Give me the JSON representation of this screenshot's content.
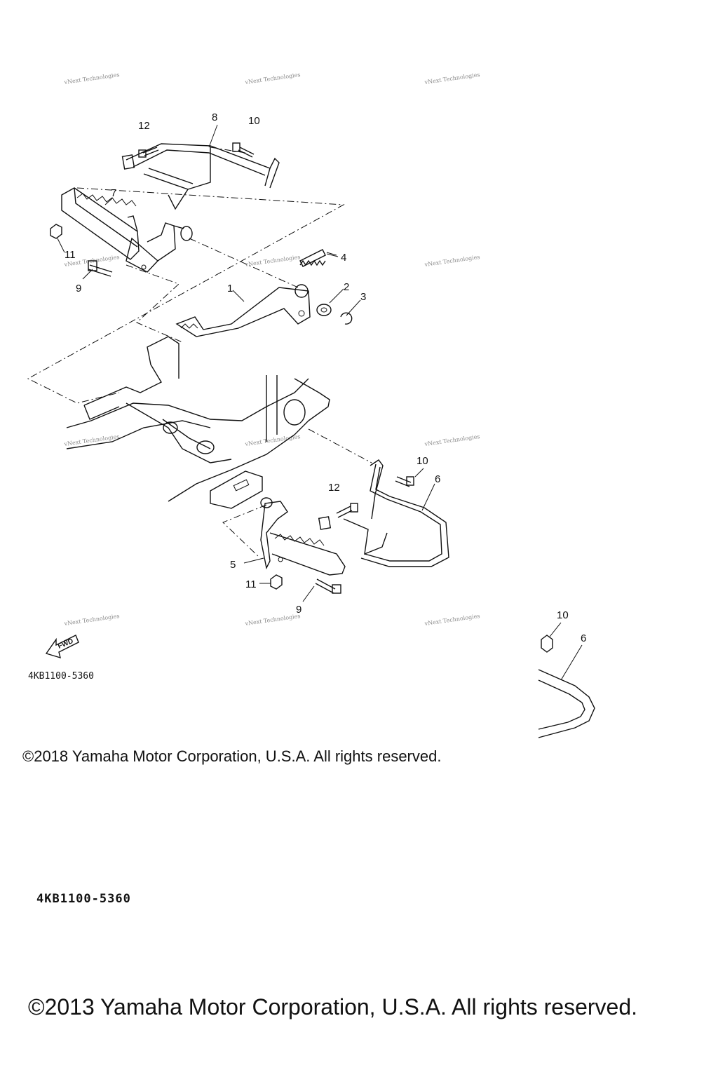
{
  "diagram": {
    "callouts": {
      "c12a": "12",
      "c8": "8",
      "c10a": "10",
      "c7": "7",
      "c11a": "11",
      "c9a": "9",
      "c4": "4",
      "c2": "2",
      "c3": "3",
      "c1": "1",
      "c10b": "10",
      "c6a": "6",
      "c12b": "12",
      "c5": "5",
      "c11b": "11",
      "c9b": "9",
      "c10c": "10",
      "c6b": "6"
    },
    "part_code_1": "4KB1100-5360",
    "part_code_2": "4KB1100-5360",
    "fwd_label": "FWD",
    "watermark": "vNext Technologies",
    "copyright_1": "©2018 Yamaha Motor Corporation, U.S.A. All rights reserved.",
    "copyright_2": "©2013 Yamaha Motor Corporation, U.S.A. All rights reserved."
  }
}
